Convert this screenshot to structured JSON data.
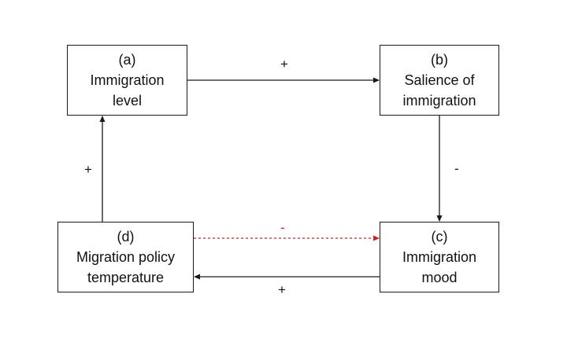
{
  "nodes": {
    "a": {
      "id": "(a)",
      "line1": "Immigration",
      "line2": "level"
    },
    "b": {
      "id": "(b)",
      "line1": "Salience of",
      "line2": "immigration"
    },
    "c": {
      "id": "(c)",
      "line1": "Immigration",
      "line2": "mood"
    },
    "d": {
      "id": "(d)",
      "line1": "Migration policy",
      "line2": "temperature"
    }
  },
  "edges": {
    "a_to_b": {
      "sign": "+",
      "style": "solid",
      "color": "#1a1a1a"
    },
    "b_to_c": {
      "sign": "-",
      "style": "solid",
      "color": "#1a1a1a"
    },
    "c_to_d": {
      "sign": "+",
      "style": "solid",
      "color": "#1a1a1a"
    },
    "d_to_a": {
      "sign": "+",
      "style": "solid",
      "color": "#1a1a1a"
    },
    "d_to_c": {
      "sign": "-",
      "style": "dashed",
      "color": "#d42020"
    }
  }
}
